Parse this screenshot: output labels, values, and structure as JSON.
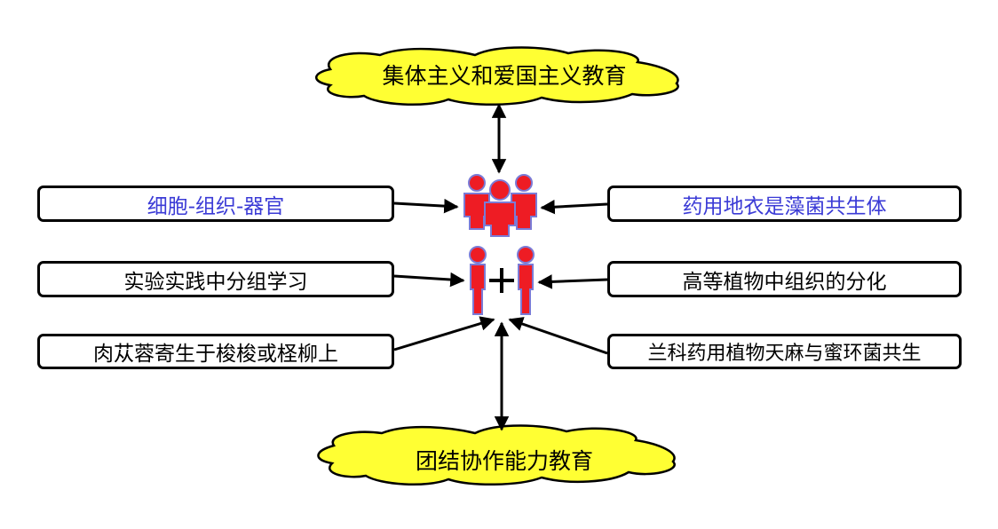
{
  "top_goal": "集体主义和爱国主义教育",
  "bottom_goal": "团结协作能力教育",
  "left_boxes": [
    {
      "text": "细胞-组织-器官",
      "color": "#3b3bd6"
    },
    {
      "text": "实验实践中分组学习",
      "color": "#000000"
    },
    {
      "text": "肉苁蓉寄生于梭梭或柽柳上",
      "color": "#000000"
    }
  ],
  "right_boxes": [
    {
      "text": "药用地衣是藻菌共生体",
      "color": "#3b3bd6"
    },
    {
      "text": "高等植物中组织的分化",
      "color": "#000000"
    },
    {
      "text": "兰科药用植物天麻与蜜环菌共生",
      "color": "#000000"
    }
  ],
  "colors": {
    "cloud_fill": "#ffff33",
    "figure_red": "#ee1c24",
    "figure_outline": "#7b7bd6",
    "highlight_text": "#3b3bd6"
  },
  "icons": [
    "group-of-people-icon",
    "two-people-plus-icon"
  ]
}
